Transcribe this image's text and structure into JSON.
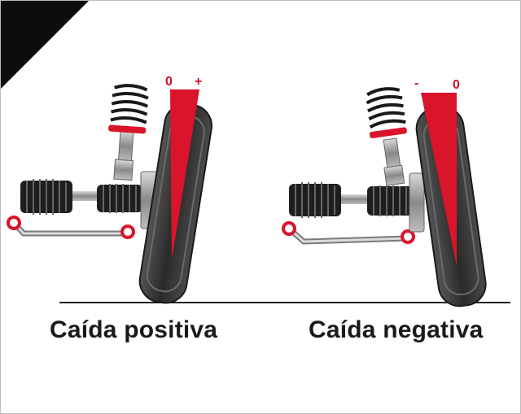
{
  "diagram": {
    "left": {
      "caption": "Caída positiva",
      "sign_zero": "0",
      "sign_extra": "+"
    },
    "right": {
      "caption": "Caída negativa",
      "sign_zero": "0",
      "sign_extra": "-"
    }
  },
  "colors": {
    "accent": "#d9142b",
    "tire": "#3a3a3a",
    "metal": "#9a9a9a",
    "ground": "#222222"
  }
}
